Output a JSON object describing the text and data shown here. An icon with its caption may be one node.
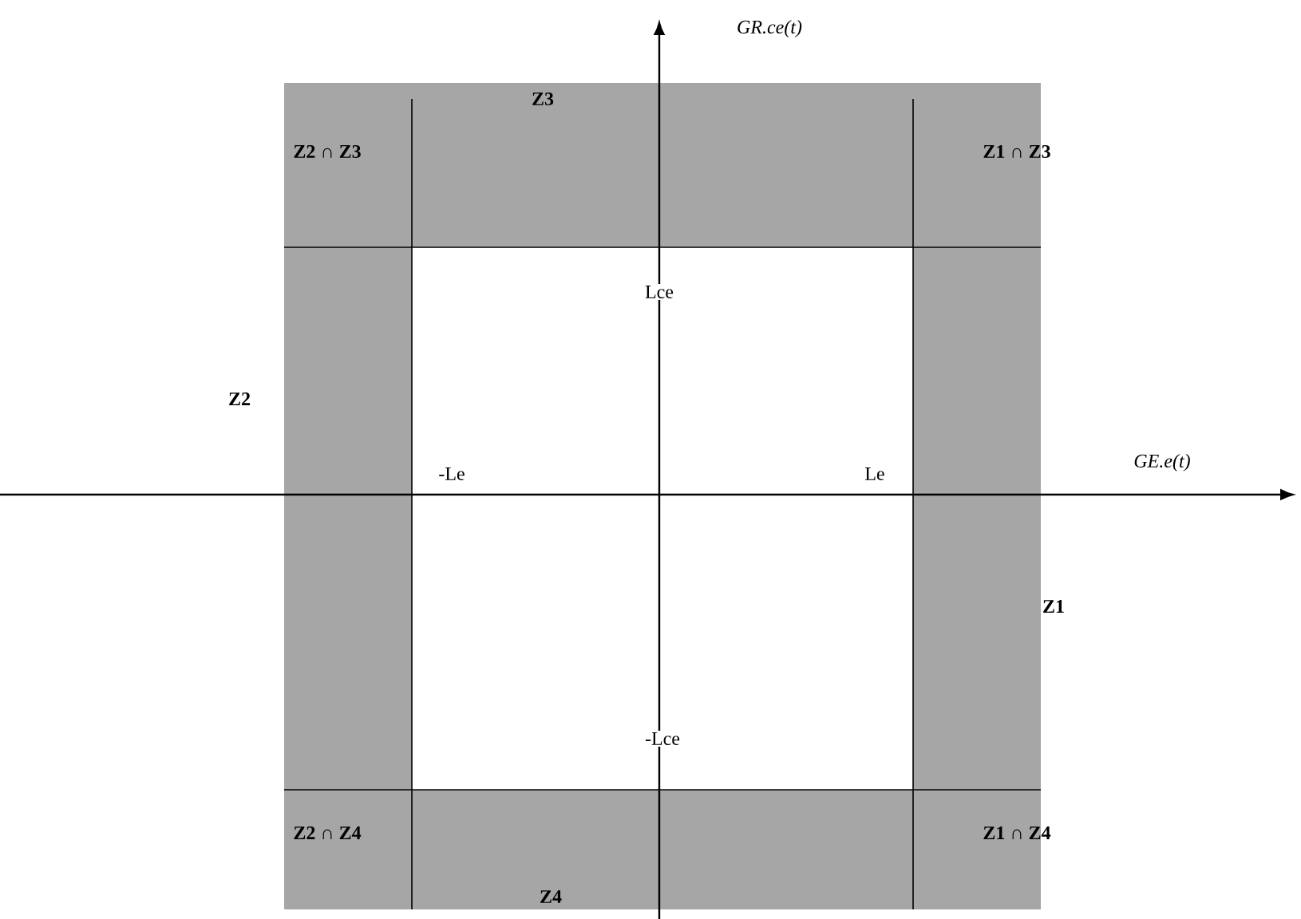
{
  "diagram": {
    "labels": [
      "GR.ce(t)",
      "Z3",
      "Z2 ∩ Z3",
      "Z1 ∩ Z3",
      "Lce",
      "Z2",
      "-Le",
      "Le",
      "GE.e(t)",
      "Z1",
      "-Lce",
      "Z2 ∩ Z4",
      "Z1 ∩ Z4",
      "Z4"
    ]
  }
}
